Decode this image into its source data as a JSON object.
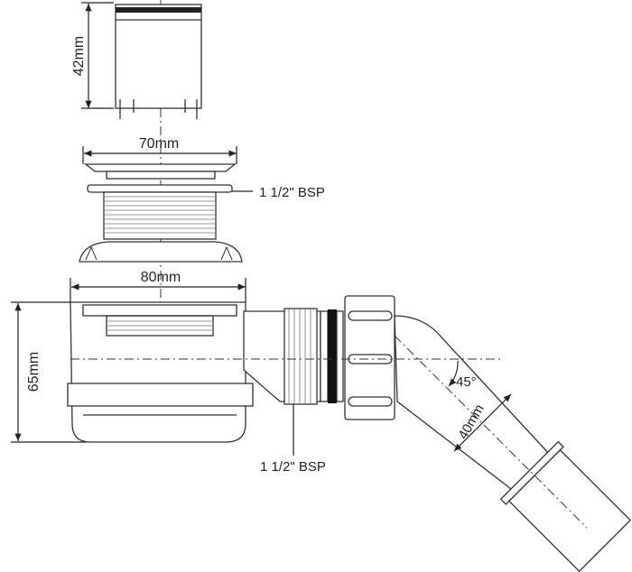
{
  "dimensions": {
    "cap_height": "42mm",
    "flange_width": "70mm",
    "flange_thread": "1 1/2\" BSP",
    "body_width": "80mm",
    "body_height": "65mm",
    "outlet_thread": "1 1/2\" BSP",
    "elbow_angle": "45°",
    "outlet_diameter": "40mm"
  },
  "colors": {
    "line": "#333333",
    "background": "#ffffff"
  }
}
